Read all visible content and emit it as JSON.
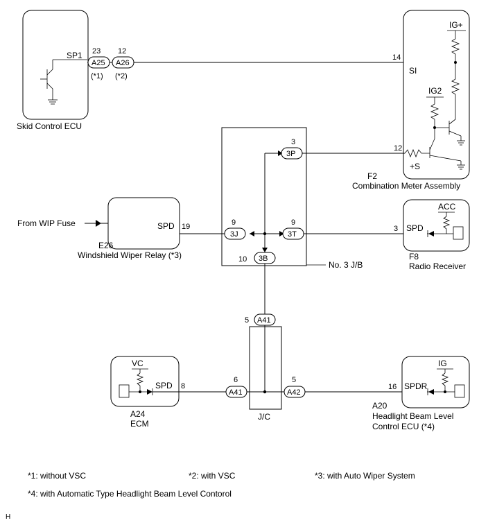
{
  "components": {
    "skid_control_ecu": {
      "name": "Skid Control ECU",
      "terminal": "SP1"
    },
    "combination_meter": {
      "code": "F2",
      "name": "Combination Meter Assembly",
      "terminal_si": "SI",
      "terminal_s": "+S",
      "ig_plus": "IG+",
      "ig2": "IG2"
    },
    "wiper_relay": {
      "code": "E26",
      "name": "Windshield Wiper Relay (*3)",
      "terminal": "SPD",
      "input_label": "From WIP Fuse"
    },
    "junction_block": {
      "name": "No. 3 J/B"
    },
    "radio_receiver": {
      "code": "F8",
      "name": "Radio Receiver",
      "terminal": "SPD",
      "power": "ACC"
    },
    "ecm": {
      "code": "A24",
      "name": "ECM",
      "terminal": "SPD",
      "power": "VC"
    },
    "junction_connector": {
      "name": "J/C"
    },
    "headlight_ecu": {
      "code": "A20",
      "name": "Headlight Beam Level",
      "name2": "Control ECU (*4)",
      "terminal": "SPDR",
      "power": "IG"
    }
  },
  "connectors": {
    "a25": "A25",
    "a26": "A26",
    "p3": "3P",
    "j3": "3J",
    "t3": "3T",
    "b3": "3B",
    "a41_top": "A41",
    "a41_left": "A41",
    "a42": "A42"
  },
  "pins": {
    "a25": "23",
    "a26": "12",
    "meter_si": "14",
    "meter_s": "12",
    "p3": "3",
    "j3": "9",
    "t3": "9",
    "b3": "10",
    "wiper": "19",
    "radio": "3",
    "a41_top": "5",
    "a41_left": "6",
    "a42": "5",
    "ecm": "8",
    "headlight": "16"
  },
  "notes": {
    "n1": "(*1)",
    "n2": "(*2)",
    "f1": "*1: without VSC",
    "f2": "*2: with VSC",
    "f3": "*3: with Auto Wiper System",
    "f4": "*4: with Automatic Type Headlight Beam Level Contorol"
  },
  "corner_letter": "H"
}
